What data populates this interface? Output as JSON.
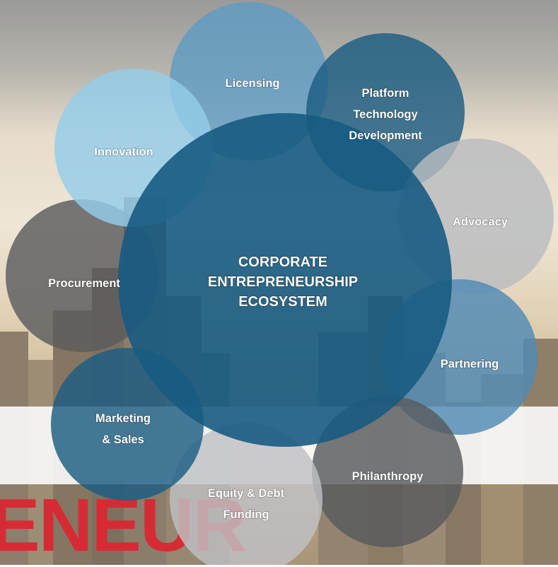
{
  "diagram": {
    "center_lines": [
      "CORPORATE",
      "ENTREPRENEURSHIP",
      "ECOSYSTEM"
    ],
    "nodes": [
      {
        "lines": [
          "Licensing"
        ],
        "color": "#5f9bc3"
      },
      {
        "lines": [
          "Platform",
          "Technology",
          "Development"
        ],
        "color": "#1c5d82"
      },
      {
        "lines": [
          "Advocacy"
        ],
        "color": "#b9bcc0"
      },
      {
        "lines": [
          "Partnering"
        ],
        "color": "#4f8ab5"
      },
      {
        "lines": [
          "Philanthropy"
        ],
        "color": "#585a5d"
      },
      {
        "lines": [
          "Equity & Debt",
          "Funding"
        ],
        "color": "#bfc1c4"
      },
      {
        "lines": [
          "Marketing",
          "& Sales"
        ],
        "color": "#1c5d82"
      },
      {
        "lines": [
          "Procurement"
        ],
        "color": "#5b5c5e"
      },
      {
        "lines": [
          "Innovation"
        ],
        "color": "#94cdea"
      }
    ],
    "center_color": "#175b82"
  },
  "background": {
    "brand_text": "ENEUR",
    "brand_color": "#d62b35"
  }
}
